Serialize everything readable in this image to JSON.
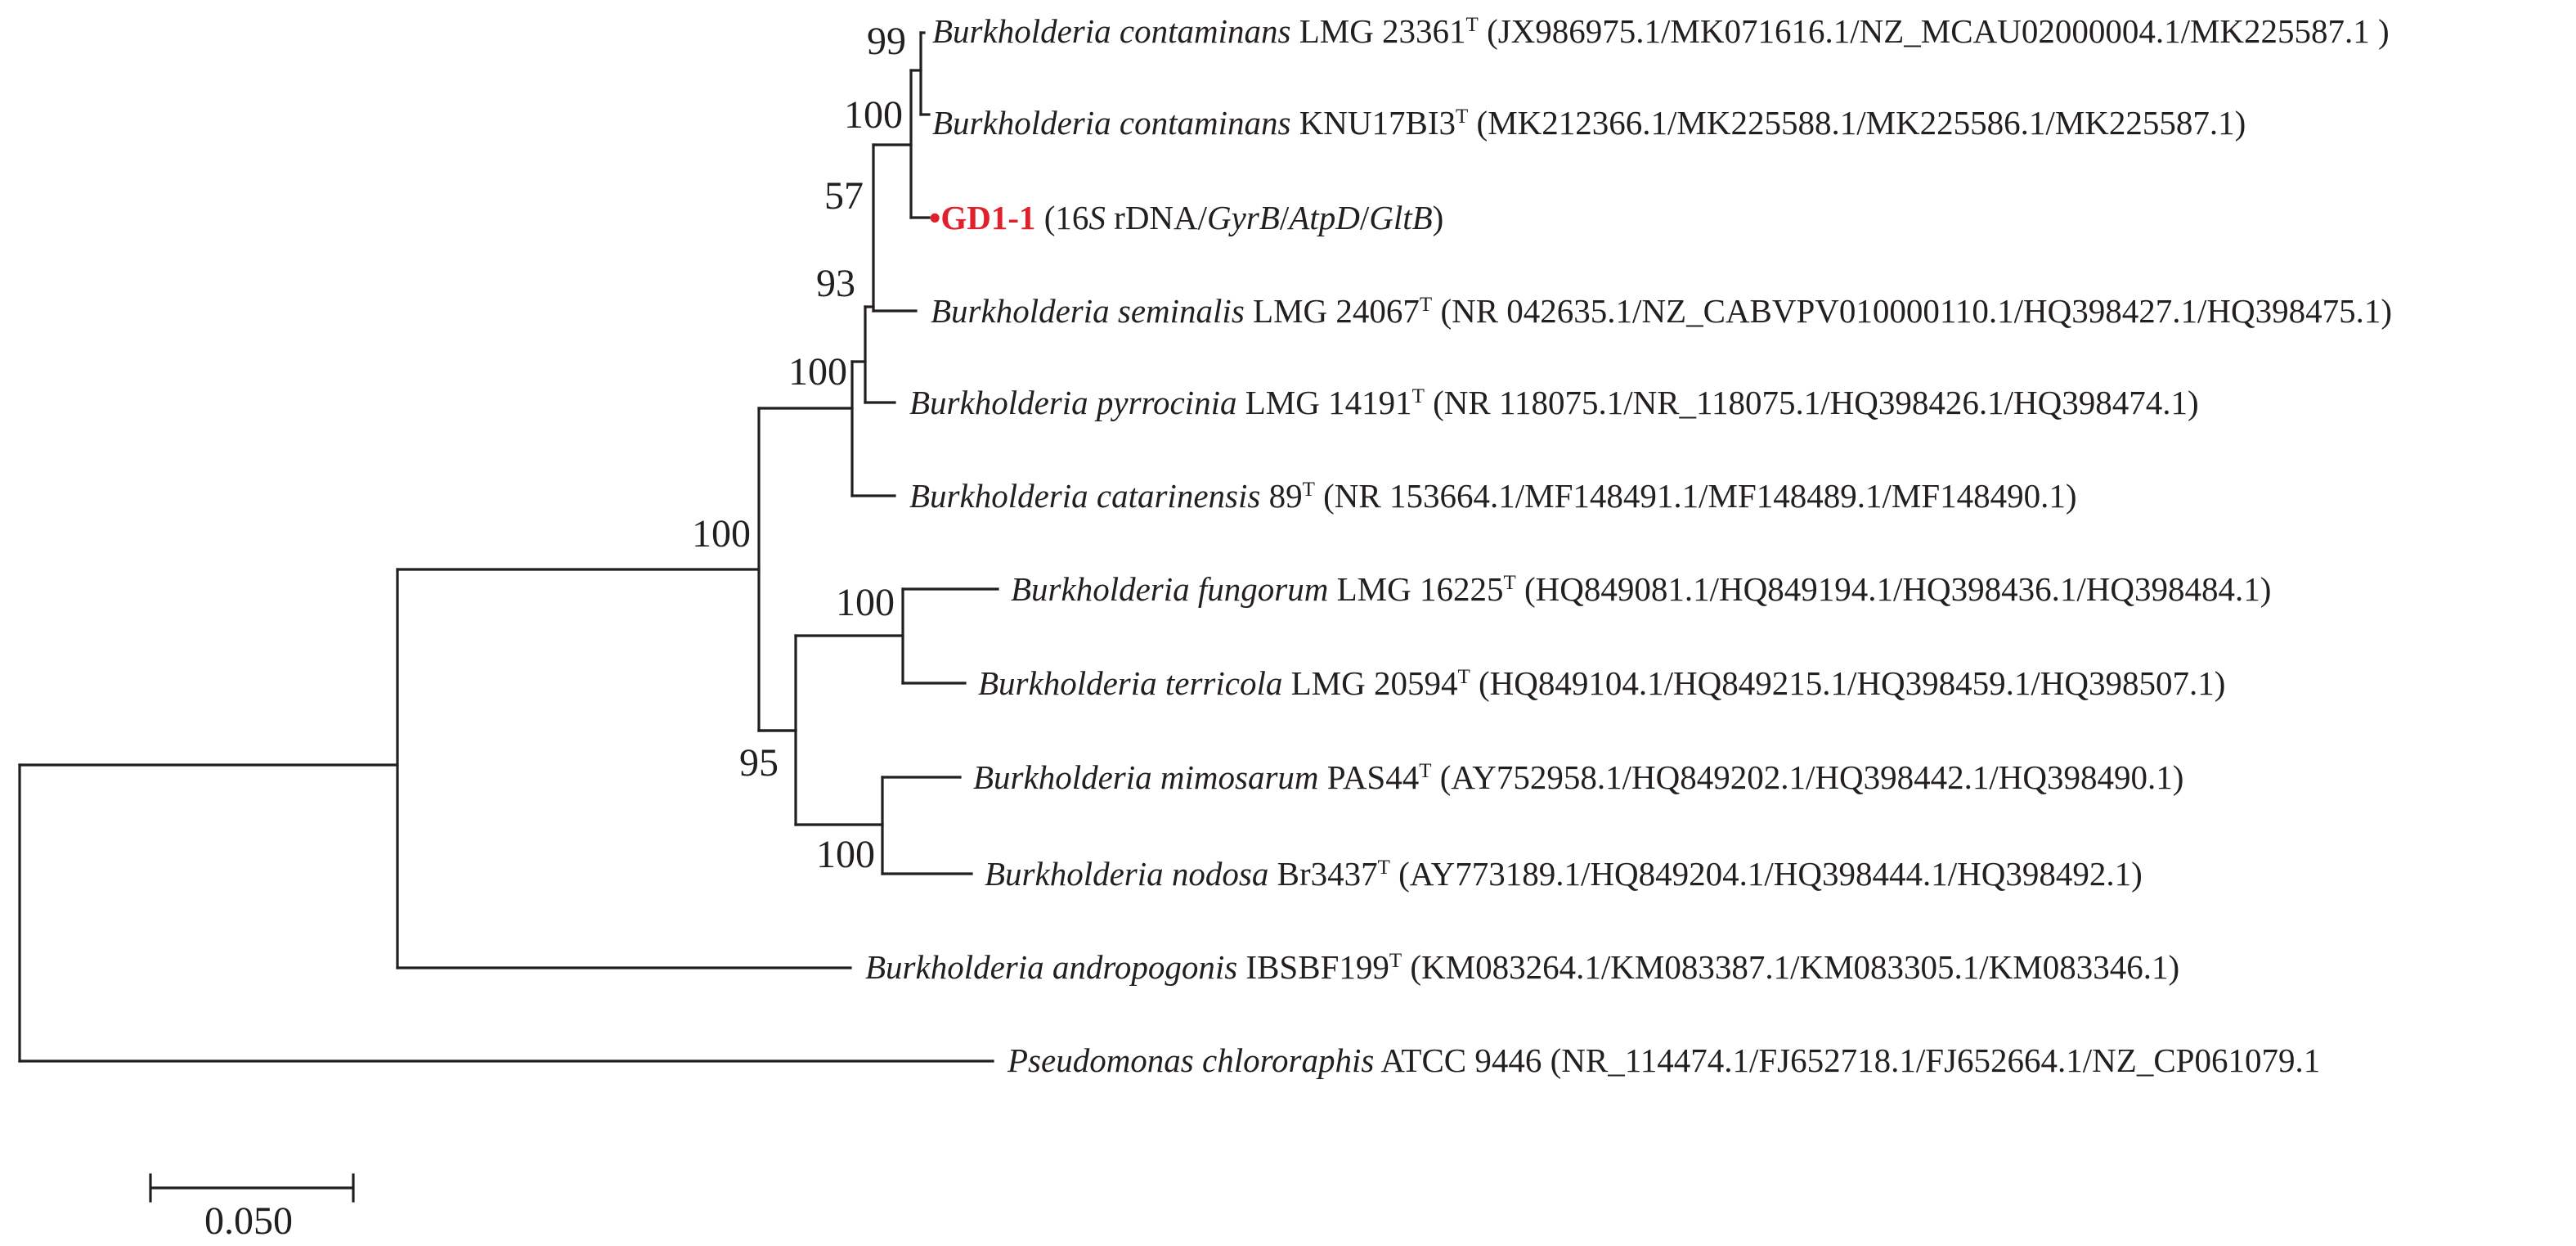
{
  "colors": {
    "line": "#231f20",
    "highlight": "#e0202a"
  },
  "scale_bar": {
    "label": "0.050"
  },
  "taxa": [
    {
      "id": "contaminans-lmg23361",
      "genus": "Burkholderia",
      "species": "contaminans",
      "strain": "LMG 23361",
      "type_strain_mark": "T",
      "accessions": "(JX986975.1/MK071616.1/NZ_MCAU02000004.1/MK225587.1 )"
    },
    {
      "id": "contaminans-knu17bi3",
      "genus": "Burkholderia",
      "species": "contaminans",
      "strain": "KNU17BI3",
      "type_strain_mark": "T",
      "accessions": "(MK212366.1/MK225588.1/MK225586.1/MK225587.1)"
    },
    {
      "id": "gd1-1",
      "marker": "•",
      "name": "GD1-1",
      "genes_prefix": "(16",
      "genes_s": "S",
      "genes_rdna": " rDNA/",
      "gene1": "GyrB",
      "sep1": "/",
      "gene2": "AtpD",
      "sep2": "/",
      "gene3": "GltB",
      "genes_suffix": ")"
    },
    {
      "id": "seminalis",
      "genus": "Burkholderia",
      "species": "seminalis",
      "strain": "LMG 24067",
      "type_strain_mark": "T",
      "accessions": "(NR 042635.1/NZ_CABVPV010000110.1/HQ398427.1/HQ398475.1)"
    },
    {
      "id": "pyrrocinia",
      "genus": "Burkholderia",
      "species": "pyrrocinia",
      "strain": "LMG 14191",
      "type_strain_mark": "T",
      "accessions": "(NR 118075.1/NR_118075.1/HQ398426.1/HQ398474.1)"
    },
    {
      "id": "catarinensis",
      "genus": "Burkholderia",
      "species": "catarinensis",
      "strain": "89",
      "type_strain_mark": "T",
      "accessions": "(NR 153664.1/MF148491.1/MF148489.1/MF148490.1)"
    },
    {
      "id": "fungorum",
      "genus": "Burkholderia",
      "species": "fungorum",
      "strain": "LMG 16225",
      "type_strain_mark": "T",
      "accessions": "(HQ849081.1/HQ849194.1/HQ398436.1/HQ398484.1)"
    },
    {
      "id": "terricola",
      "genus": "Burkholderia",
      "species": "terricola",
      "strain": "LMG 20594",
      "type_strain_mark": "T",
      "accessions": "(HQ849104.1/HQ849215.1/HQ398459.1/HQ398507.1)"
    },
    {
      "id": "mimosarum",
      "genus": "Burkholderia",
      "species": "mimosarum",
      "strain": "PAS44",
      "type_strain_mark": "T",
      "accessions": "(AY752958.1/HQ849202.1/HQ398442.1/HQ398490.1)"
    },
    {
      "id": "nodosa",
      "genus": "Burkholderia",
      "species": "nodosa",
      "strain": "Br3437",
      "type_strain_mark": "T",
      "accessions": "(AY773189.1/HQ849204.1/HQ398444.1/HQ398492.1)"
    },
    {
      "id": "andropogonis",
      "genus": "Burkholderia",
      "species": "andropogonis",
      "strain": "IBSBF199",
      "type_strain_mark": "T",
      "accessions": "(KM083264.1/KM083387.1/KM083305.1/KM083346.1)"
    },
    {
      "id": "chlororaphis",
      "genus": "Pseudomonas",
      "species": "chlororaphis",
      "strain": "ATCC 9446",
      "type_strain_mark": "",
      "accessions": "(NR_114474.1/FJ652718.1/FJ652664.1/NZ_CP061079.1"
    }
  ],
  "bootstrap": {
    "contaminans_pair": "99",
    "contaminans_gd1": "100",
    "with_seminalis": "57",
    "with_pyrrocinia": "93",
    "with_catarinensis": "100",
    "burkholderia_core": "100",
    "fungorum_terricola": "100",
    "fungorum_mimosarum_group": "95",
    "mimosarum_nodosa": "100"
  }
}
